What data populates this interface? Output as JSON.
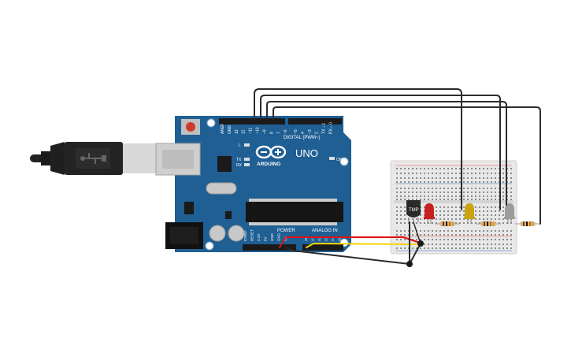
{
  "board": {
    "model": "UNO",
    "brand": "ARDUINO",
    "digital_header_label": "DIGITAL (PWM~)",
    "power_label": "POWER",
    "analog_label": "ANALOG IN",
    "on_label": "ON",
    "l_label": "L",
    "tx_label": "TX",
    "rx_label": "RX",
    "digital_pins": [
      "AREF",
      "GND",
      "13",
      "12",
      "~11",
      "~10",
      "~9",
      "8",
      "7",
      "~6",
      "~5",
      "4",
      "~3",
      "2",
      "TX→1",
      "RX←0"
    ],
    "power_pins": [
      "IOREF",
      "RESET",
      "3.3V",
      "5V",
      "GND",
      "GND",
      "Vin"
    ],
    "analog_pins": [
      "A0",
      "A1",
      "A2",
      "A3",
      "A4",
      "A5"
    ]
  },
  "breadboard": {
    "sensor_label": "TMP"
  },
  "leds": [
    {
      "color": "#c8201e",
      "name": "red"
    },
    {
      "color": "#c9a310",
      "name": "yellow"
    },
    {
      "color": "#9c9c9c",
      "name": "grey"
    }
  ],
  "colors": {
    "board_blue": "#1f5f94",
    "wire_dark": "#2b2b2b",
    "wire_red": "#e01010",
    "wire_yellow": "#f5d30a",
    "breadboard": "#e8e8e8"
  }
}
